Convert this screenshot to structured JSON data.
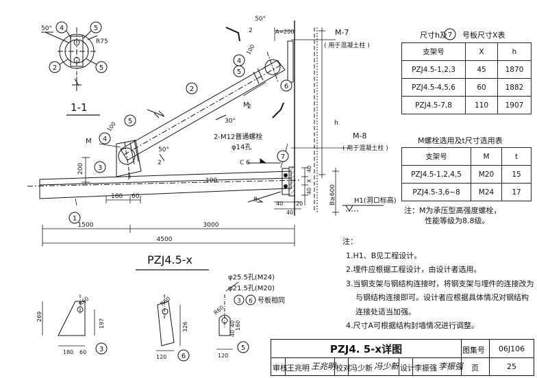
{
  "drawing": {
    "view_label": "PZJ4.5-x",
    "section_label": "1-1",
    "section_mark": "1"
  },
  "labels": {
    "angle_50": "50°",
    "angle_30": "30°",
    "r75": "R75",
    "d100": "100",
    "a200": "A=200",
    "dim_2": "2",
    "dim_2b": "2",
    "dim_2c": "2",
    "m7": "M-7",
    "m7_note": "( 用于混凝土柱 )",
    "m8": "M-8",
    "m8_note": "( 用于混凝土柱 )",
    "m_label_upper": "M",
    "m_label_lower": "M",
    "bolt_spec": "2-M12普通螺栓",
    "bolt_hole": "φ14孔",
    "c6": "C 6",
    "weld_8": "8",
    "dim_100_beam": "100",
    "h_mark": "h",
    "b600": "B≥600",
    "h1": "H1(洞口标高)",
    "dim_40a": "40",
    "dim_40b": "40",
    "dim_40c": "40",
    "dim_40d": "40",
    "dim_20": "20",
    "x_mark": "X",
    "dim_180": "180",
    "dim_60": "60",
    "dim_200": "200",
    "dim_1500": "1500",
    "dim_3000": "3000",
    "dim_4500": "4500",
    "hole_m24": "φ25.5孔(M24)",
    "hole_m20": "φ21.5孔(M20)",
    "same_plate": "号板相同",
    "r60a": "R60",
    "r60b": "R60",
    "r60c": "R60",
    "dim_269": "269",
    "dim_197": "197",
    "dim_180b": "180",
    "dim_60b": "60",
    "dim_326": "326",
    "dim_120a": "120",
    "dim_120b": "120",
    "dim_40e": "40",
    "dim_40f": "40",
    "dim_160": "160"
  },
  "balloons": {
    "b1": "1",
    "b2": "2",
    "b3": "3",
    "b4": "4",
    "b5": "5",
    "b6": "6",
    "b7": "7"
  },
  "table1": {
    "title_pre": "尺寸h及",
    "title_num": "7",
    "title_post": "号板尺寸X表",
    "headers": [
      "支架号",
      "X",
      "h"
    ],
    "rows": [
      [
        "PZJ4.5-1,2,3",
        "45",
        "1870"
      ],
      [
        "PZJ4.5-4,5,6",
        "60",
        "1882"
      ],
      [
        "PZJ4.5-7,8",
        "110",
        "1907"
      ]
    ]
  },
  "table2": {
    "title": "M螺栓选用及t尺寸选用表",
    "headers": [
      "支架号",
      "M",
      "t"
    ],
    "rows": [
      [
        "PZJ4.5-1,2,4,5",
        "M20",
        "15"
      ],
      [
        "PZJ4.5-3,6~8",
        "M24",
        "17"
      ]
    ],
    "note1": "注：M为承压型高强度螺栓，",
    "note2": "性能等级为8.8级。"
  },
  "notes": {
    "title": "注：",
    "items": [
      "1.H1、B见工程设计。",
      "2.埋件应根据工程设计，由设计者选用。",
      "3.当钢支架与钢结构连接时，将钢支架与埋件的连接改为",
      "与钢结构连接即可。设计者应根据具体情况对钢结构",
      "连接处适当加强。",
      "4.尺寸A可根据结构封墙情况进行调整。"
    ]
  },
  "title_block": {
    "title": "PZJ4. 5-x详图",
    "atlas_label": "图集号",
    "atlas_value": "06J106",
    "review_label": "审核",
    "review_name": "王兆明",
    "review_sig": "王兆明",
    "check_label": "校对",
    "check_name": "冯少新",
    "check_sig": "冯少新",
    "design_label": "设计",
    "design_name": "李振强",
    "design_sig": "李振强",
    "page_label": "页",
    "page_value": "25"
  }
}
